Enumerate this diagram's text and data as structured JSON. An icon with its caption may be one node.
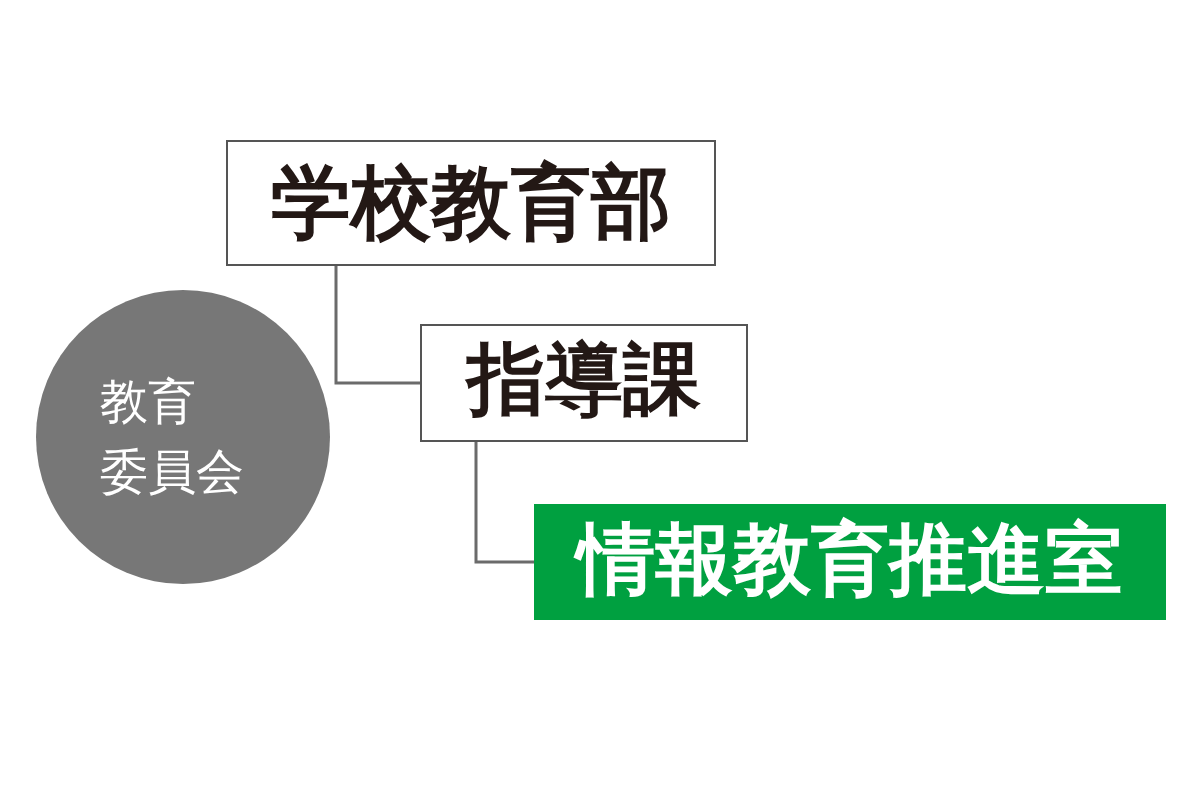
{
  "diagram": {
    "nodes": [
      {
        "text": [
          "教育委員会"
        ]
      },
      {
        "text": [
          "学校教育部"
        ]
      },
      {
        "text": [
          "指導課"
        ]
      },
      {
        "text": [
          "情報教育推進室"
        ]
      }
    ],
    "edges": [
      {
        "from": 1,
        "to": 2,
        "arrow": "none"
      },
      {
        "from": 2,
        "to": 3,
        "arrow": "none"
      }
    ]
  }
}
